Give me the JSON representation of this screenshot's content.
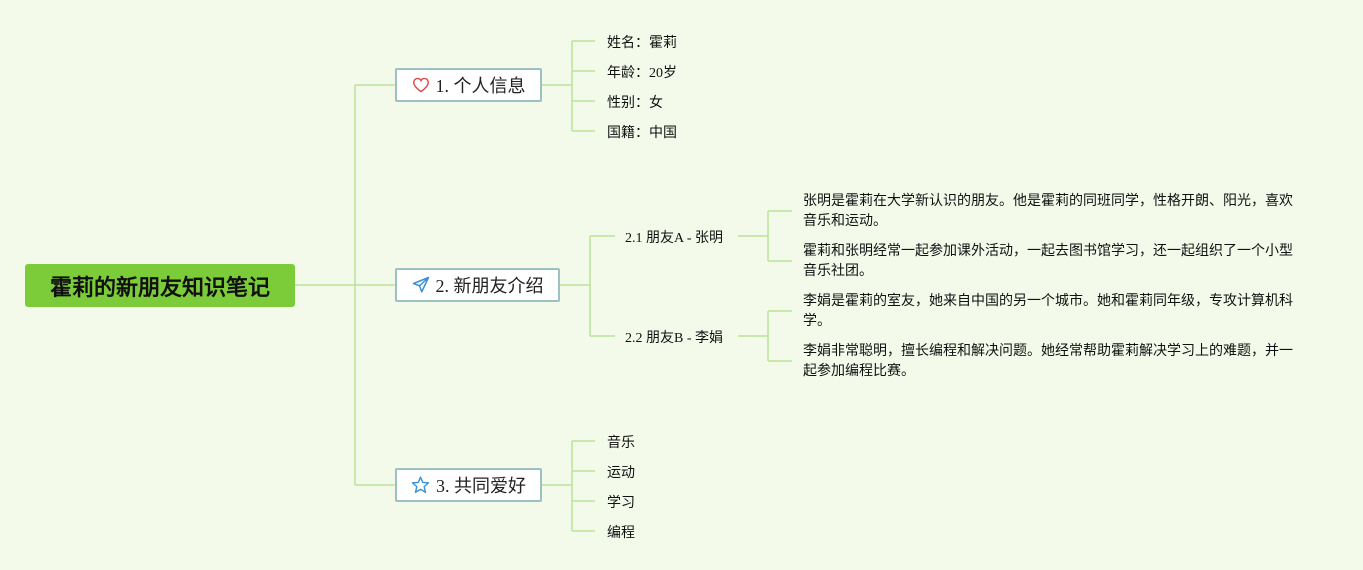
{
  "title": "霍莉的新朋友知识笔记",
  "branches": [
    {
      "label": "1. 个人信息",
      "icon": "heart-icon",
      "leaves": [
        "姓名：霍莉",
        "年龄：20岁",
        "性别：女",
        "国籍：中国"
      ]
    },
    {
      "label": "2. 新朋友介绍",
      "icon": "paper-plane-icon",
      "subs": [
        {
          "label": "2.1 朋友A - 张明",
          "details": [
            "张明是霍莉在大学新认识的朋友。他是霍莉的同班同学，性格开朗、阳光，喜欢音乐和运动。",
            "霍莉和张明经常一起参加课外活动，一起去图书馆学习，还一起组织了一个小型音乐社团。"
          ]
        },
        {
          "label": "2.2 朋友B - 李娟",
          "details": [
            "李娟是霍莉的室友，她来自中国的另一个城市。她和霍莉同年级，专攻计算机科学。",
            "李娟非常聪明，擅长编程和解决问题。她经常帮助霍莉解决学习上的难题，并一起参加编程比赛。"
          ]
        }
      ]
    },
    {
      "label": "3. 共同爱好",
      "icon": "star-icon",
      "leaves": [
        "音乐",
        "运动",
        "学习",
        "编程"
      ]
    }
  ],
  "colors": {
    "background": "#f3faea",
    "root": "#7ccc3a",
    "connector": "#b9e29a",
    "branch_border": "#9bc1c3",
    "heart": "#e04848",
    "plane": "#3c8fd6",
    "star": "#3c8fd6"
  }
}
